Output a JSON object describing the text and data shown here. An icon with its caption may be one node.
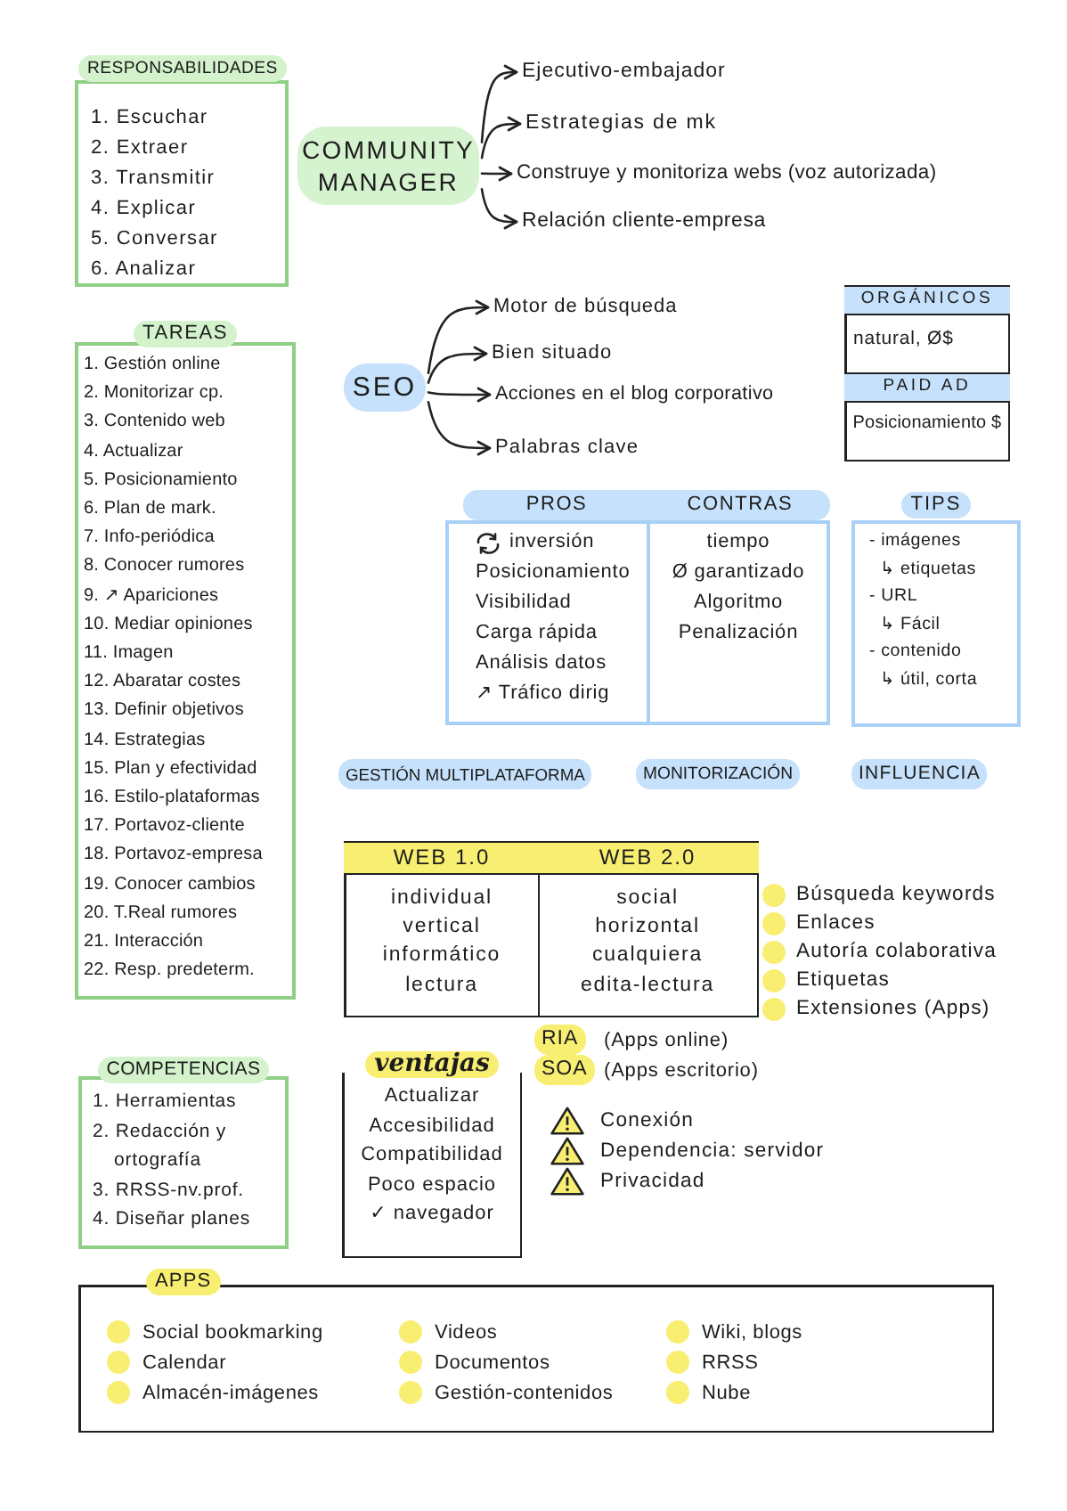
{
  "diagram": {
    "nodes": [
      {
        "text": [
          "RESPONSABILIDADES",
          "1. Escuchar",
          "2. Extraer",
          "3. Transmitir",
          "4. Explicar",
          "5. Conversar",
          "6. Analizar"
        ]
      },
      {
        "text": [
          "COMMUNITY MANAGER"
        ]
      },
      {
        "text": [
          "Ejecutivo-embajador"
        ]
      },
      {
        "text": [
          "Estrategias de mk"
        ]
      },
      {
        "text": [
          "Construye y monitoriza webs (voz autorizada)"
        ]
      },
      {
        "text": [
          "Relación cliente-empresa"
        ]
      },
      {
        "text": [
          "TAREAS",
          "1. Gestión online",
          "2. Monitorizar cp.",
          "3. Contenido web",
          "4. Actualizar",
          "5. Posicionamiento",
          "6. Plan de mark.",
          "7. Info-periódica",
          "8. Conocer rumores",
          "9. ↗ Apariciones",
          "10. Mediar opiniones",
          "11. Imagen",
          "12. Abaratar costes",
          "13. Definir objetivos",
          "14. Estrategias",
          "15. Plan y efectividad",
          "16. Estilo-plataformas",
          "17. Portavoz-cliente",
          "18. Portavoz-empresa",
          "19. Conocer cambios",
          "20. T.Real rumores",
          "21. Interacción",
          "22. Resp. predeterm."
        ]
      },
      {
        "text": [
          "SEO"
        ]
      },
      {
        "text": [
          "Motor de búsqueda"
        ]
      },
      {
        "text": [
          "Bien situado"
        ]
      },
      {
        "text": [
          "Acciones en el blog corporativo"
        ]
      },
      {
        "text": [
          "Palabras clave"
        ]
      },
      {
        "text": [
          "ORGÁNICOS",
          "natural, Ø$"
        ]
      },
      {
        "text": [
          "PAID AD",
          "Posicionamiento $"
        ]
      },
      {
        "text": [
          "PROS",
          "inversión",
          "Posicionamiento",
          "Visibilidad",
          "Carga rápida",
          "Análisis datos",
          "↗ Tráfico dirig"
        ]
      },
      {
        "text": [
          "CONTRAS",
          "tiempo",
          "Ø garantizado",
          "Algoritmo",
          "Penalización"
        ]
      },
      {
        "text": [
          "TIPS",
          "- imágenes",
          "↳ etiquetas",
          "- URL",
          "↳ Fácil",
          "- contenido",
          "↳ útil, corta"
        ]
      },
      {
        "text": [
          "GESTIÓN MULTIPLATAFORMA"
        ]
      },
      {
        "text": [
          "MONITORIZACIÓN"
        ]
      },
      {
        "text": [
          "INFLUENCIA"
        ]
      },
      {
        "text": [
          "WEB 1.0",
          "individual",
          "vertical",
          "informático",
          "lectura"
        ]
      },
      {
        "text": [
          "WEB 2.0",
          "social",
          "horizontal",
          "cualquiera",
          "edita-lectura"
        ]
      },
      {
        "text": [
          "RIA"
        ],
        "beside": [
          "(Apps online)"
        ]
      },
      {
        "text": [
          "SOA"
        ],
        "beside": [
          "(Apps escritorio)"
        ]
      },
      {
        "text": [
          "COMPETENCIAS",
          "1. Herramientas",
          "2. Redacción y ortografía",
          "3. RRSS-nv.prof.",
          "4. Diseñar planes"
        ]
      },
      {
        "text": [
          "ventajas",
          "Actualizar",
          "Accesibilidad",
          "Compatibilidad",
          "Poco espacio",
          "✓ navegador"
        ]
      },
      {
        "text": [
          "APPS",
          "Social bookmarking",
          "Calendar",
          "Almacén-imágenes",
          "Videos",
          "Documentos",
          "Gestión-contenidos",
          "Wiki, blogs",
          "RRSS",
          "Nube"
        ]
      }
    ],
    "edges": [
      {
        "from": 1,
        "to": 2,
        "arrow": "to"
      },
      {
        "from": 1,
        "to": 3,
        "arrow": "to"
      },
      {
        "from": 1,
        "to": 4,
        "arrow": "to"
      },
      {
        "from": 1,
        "to": 5,
        "arrow": "to"
      },
      {
        "from": 7,
        "to": 8,
        "arrow": "to"
      },
      {
        "from": 7,
        "to": 9,
        "arrow": "to"
      },
      {
        "from": 7,
        "to": 10,
        "arrow": "to"
      },
      {
        "from": 7,
        "to": 11,
        "arrow": "to"
      }
    ],
    "labels": [
      "Búsqueda keywords",
      "Enlaces",
      "Autoría colaborativa",
      "Etiquetas",
      "Extensiones (Apps)",
      "Conexión",
      "Dependencia: servidor",
      "Privacidad"
    ]
  }
}
